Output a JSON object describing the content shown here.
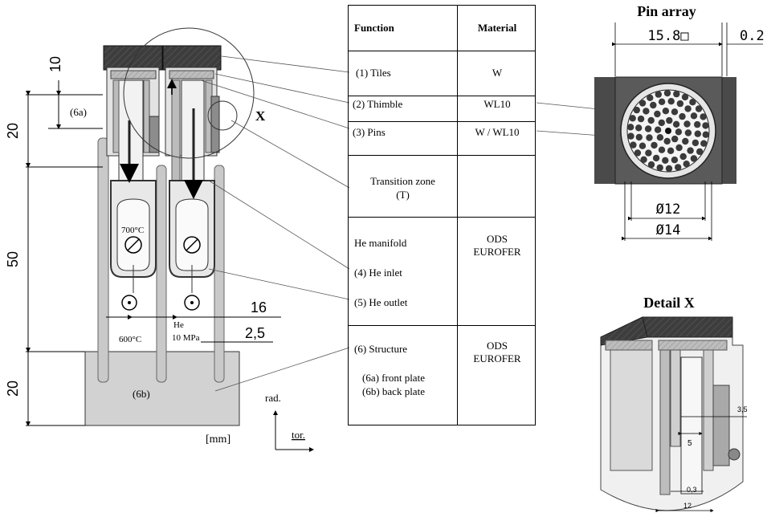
{
  "left_drawing": {
    "dim_10": "10",
    "dim_20_top": "20",
    "dim_50": "50",
    "dim_20_bottom": "20",
    "label_6a": "(6a)",
    "label_6b": "(6b)",
    "label_x": "X",
    "temp_700": "700°C",
    "temp_600": "600°C",
    "he_label": "He",
    "pressure_label": "10 MPa",
    "dim_16": "16",
    "dim_2_5": "2,5",
    "units": "[mm]",
    "axis_rad": "rad.",
    "axis_tor": "tor."
  },
  "table": {
    "headers": [
      "Function",
      "Material"
    ],
    "rows": [
      {
        "function": "(1)  Tiles",
        "material": "W"
      },
      {
        "function": "(2)  Thimble",
        "material": "WL10"
      },
      {
        "function": "(3)  Pins",
        "material": "W / WL10"
      },
      {
        "function": "Transition zone",
        "function_2": "(T)",
        "material": ""
      },
      {
        "function": "He manifold",
        "function_2": "(4) He inlet",
        "function_3": "(5) He outlet",
        "material": "ODS",
        "material_2": "EUROFER"
      },
      {
        "function": "(6) Structure",
        "function_2": "(6a) front plate",
        "function_3": "(6b) back plate",
        "material": "ODS",
        "material_2": "EUROFER"
      }
    ]
  },
  "pin_array": {
    "title": "Pin array",
    "dim_square": "15.8□",
    "dim_gap": "0.2",
    "dim_d12": "Ø12",
    "dim_d14": "Ø14"
  },
  "detail_x": {
    "title": "Detail X",
    "dim_3_5": "3,5",
    "dim_5": "5",
    "dim_0_3": "0,3",
    "dim_12": "12"
  },
  "colors": {
    "tile": "#3a3a3a",
    "thimble_fill": "#d6d6d6",
    "structure": "#cfcfcf",
    "dark_line": "#222222",
    "ring_fill": "#efefef"
  }
}
